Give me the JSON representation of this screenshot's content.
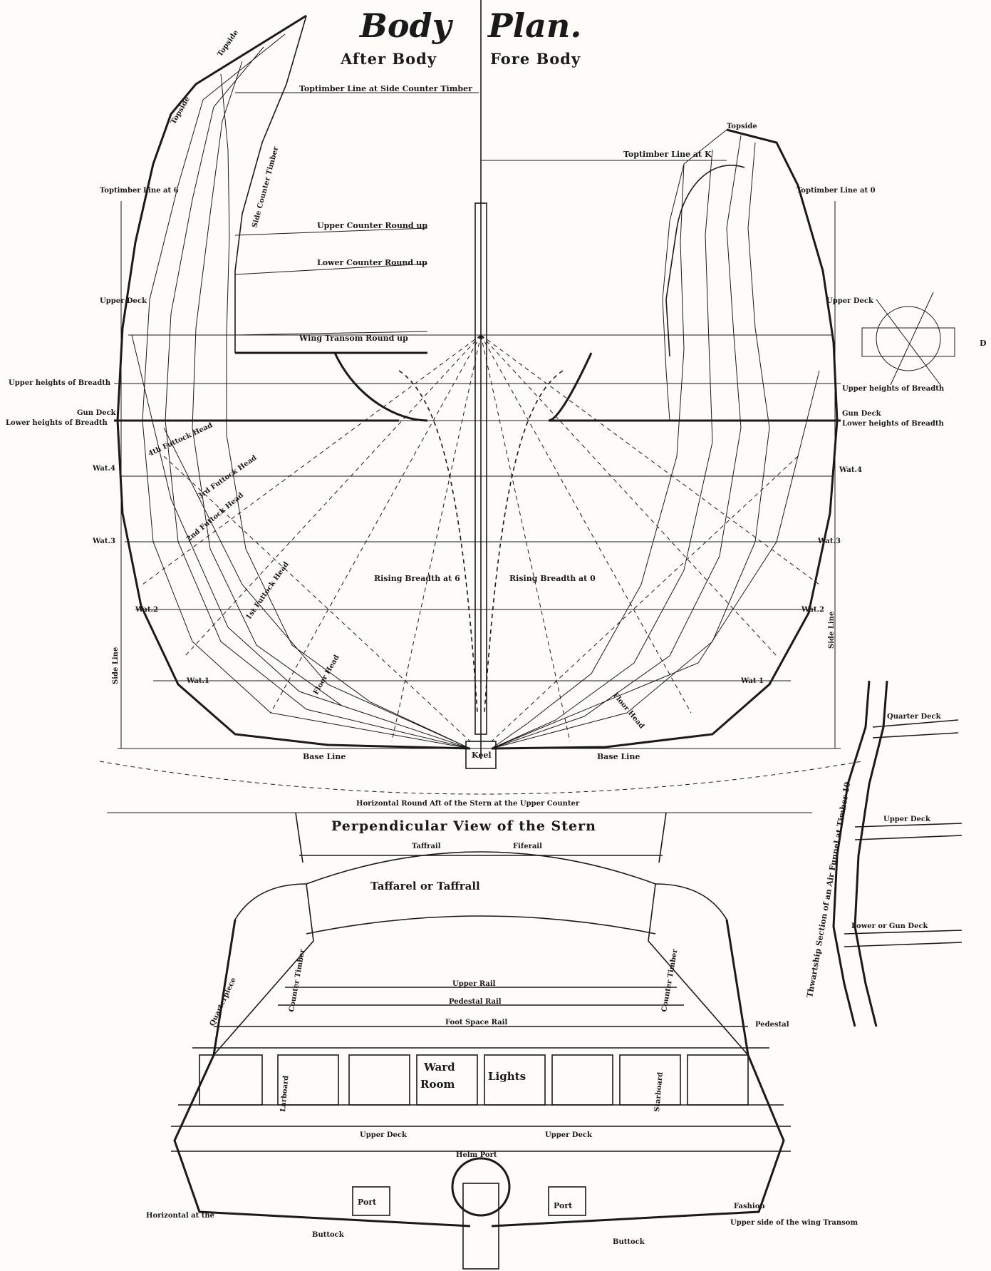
{
  "title": {
    "word1": "Body",
    "word2": "Plan."
  },
  "subtitles": {
    "after": "After Body",
    "fore": "Fore Body"
  },
  "body_plan_labels": {
    "toptimber_side_counter": "Toptimber Line at Side Counter Timber",
    "toptimber_k": "Toptimber Line at K",
    "toptimber_left": "Toptimber Line at 6",
    "toptimber_right": "Toptimber Line at 0",
    "topside_1": "Topside",
    "topside_2": "Topside",
    "topside_right": "Topside",
    "side_counter_timber": "Side Counter Timber",
    "upper_counter": "Upper Counter Round up",
    "lower_counter": "Lower Counter Round up",
    "wing_transom": "Wing Transom Round up",
    "upper_deck_left": "Upper Deck",
    "upper_deck_right": "Upper Deck",
    "upper_heights_left": "Upper heights of Breadth",
    "upper_heights_right": "Upper heights of Breadth",
    "gun_deck_left": "Gun Deck",
    "gun_deck_right": "Gun Deck",
    "lower_heights_left": "Lower heights of Breadth",
    "lower_heights_right": "Lower heights of Breadth",
    "wat4_left": "Wat.4",
    "wat4_right": "Wat.4",
    "wat3_left": "Wat.3",
    "wat3_right": "Wat.3",
    "wat2_left": "Wat.2",
    "wat2_right": "Wat.2",
    "wat1_left": "Wat.1",
    "wat1_right": "Wat 1",
    "side_line_left": "Side Line",
    "side_line_right": "Side Line",
    "base_line_left": "Base Line",
    "base_line_right": "Base Line",
    "keel": "Keel",
    "rising_left": "Rising Breadth at 6",
    "rising_right": "Rising Breadth at 0",
    "floor_left": "Floor Head",
    "floor_right": "Floor Head",
    "futtock_1": "1st Futtock Head",
    "futtock_2": "2nd Futtock Head",
    "futtock_3": "3rd Futtock Head",
    "futtock_4": "4th Futtock Head",
    "horizontal_round": "Horizontal Round Aft of the Stern at the Upper Counter",
    "marker_d": "D"
  },
  "stern": {
    "heading": "Perpendicular View of the Stern",
    "taffarel": "Taffarel or Taffrall",
    "taffrail_small_left": "Taffrail",
    "taffrail_small_right": "Fiferail",
    "quarterpiece": "Quarterpiece",
    "counter_timber_left": "Counter Timber",
    "counter_timber_right": "Counter Timber",
    "upper_rail": "Upper Rail",
    "pedestal_rail": "Pedestal Rail",
    "foot_space": "Foot Space Rail",
    "pedestal": "Pedestal",
    "ward": "Ward",
    "room": "Room",
    "lights": "Lights",
    "larboard": "Larboard",
    "starboard": "Starboard",
    "upper_deck_l": "Upper Deck",
    "upper_deck_r": "Upper Deck",
    "port_left": "Port",
    "port_right": "Port",
    "helm_port": "Helm Port",
    "horizontal_left": "Horizontal at the",
    "upper_side_wing": "Upper side of the wing Transom",
    "buttock_left": "Buttock",
    "buttock_right": "Buttock",
    "fashion": "Fashion"
  },
  "section": {
    "title": "Thwartship Section of an Air Funnel at Timber 10",
    "quarter_deck": "Quarter Deck",
    "upper_deck": "Upper Deck",
    "lower_deck": "Lower or Gun Deck"
  }
}
